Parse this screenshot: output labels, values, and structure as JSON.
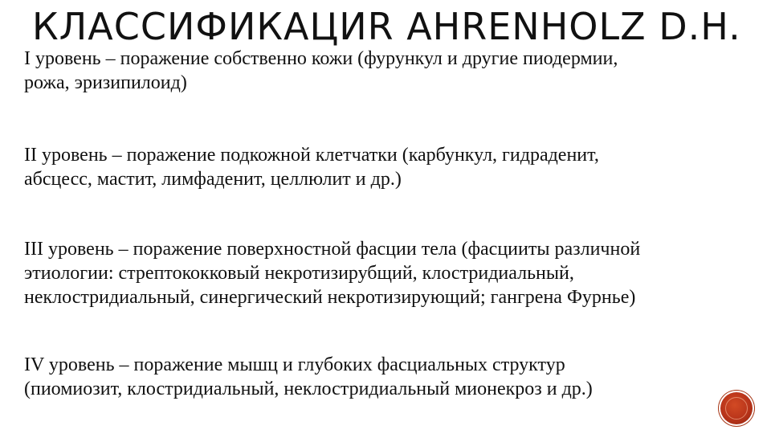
{
  "slide": {
    "title": "КЛАССИФИКАЦИR AHRENHOLZ D.H.",
    "levels": [
      {
        "lines": [
          "I уровень – поражение собственно кожи (фурункул и другие пиодермии,",
          "рожа, эризипилоид)"
        ]
      },
      {
        "lines": [
          "II уровень – поражение подкожной клетчатки (карбункул, гидраденит,",
          "абсцесс, мастит, лимфаденит, целлюлит и др.)"
        ]
      },
      {
        "lines": [
          "III уровень – поражение поверхностной фасции тела (фасцииты различной",
          "этиологии: стрептококковый некротизирубщий, клостридиальный,",
          "неклостридиальный, синергический некротизирующий; гангрена Фурнье)"
        ]
      },
      {
        "lines": [
          "IV уровень – поражение мышц и глубоких фасциальных структур",
          "(пиомиозит, клостридиальный, неклостридиальный мионекроз и др.)"
        ]
      }
    ],
    "badge_color": "#b8341a"
  }
}
